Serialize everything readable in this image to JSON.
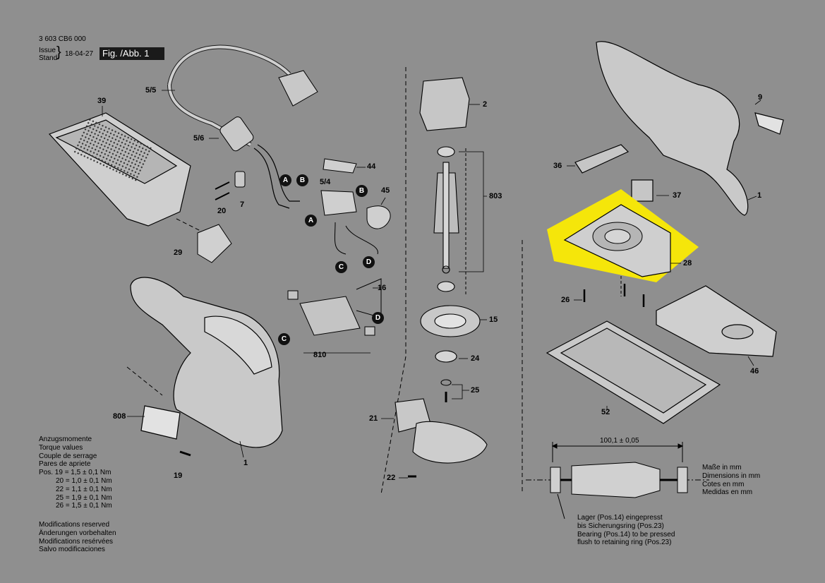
{
  "header": {
    "doc_number": "3 603 CB6 000",
    "issue_label": "Issue",
    "stand_label": "Stand",
    "date": "18-04-27",
    "figure": "Fig. /Abb. 1"
  },
  "torque": {
    "lines": [
      "Anzugsmomente",
      "Torque values",
      "Couple de serrage",
      "Pares de apriete"
    ],
    "rows": [
      "Pos.  19 = 1,5 ± 0,1 Nm",
      "20 = 1,0 ± 0,1 Nm",
      "22 = 1,1 ± 0,1 Nm",
      "25 = 1,9 ± 0,1 Nm",
      "26 = 1,5 ± 0,1 Nm"
    ]
  },
  "modifications": [
    "Modifications reserved",
    "Änderungen vorbehalten",
    "Modifications resérvées",
    "Salvo modificaciones"
  ],
  "dimensions": {
    "value": "100,1 ± 0,05",
    "units": [
      "Maße in mm",
      "Dimensions in mm",
      "Cotes en mm",
      "Medidas en mm"
    ],
    "note": [
      "Lager (Pos.14) eingepresst",
      "bis Sicherungsring (Pos.23)",
      "Bearing (Pos.14) to be pressed",
      "flush to retaining ring (Pos.23)"
    ]
  },
  "parts": {
    "p39": "39",
    "p5_5": "5/5",
    "p5_6": "5/6",
    "p20": "20",
    "p7": "7",
    "p29": "29",
    "p44": "44",
    "p5_4": "5/4",
    "p45": "45",
    "p16": "16",
    "p810": "810",
    "p808": "808",
    "p1a": "1",
    "p19": "19",
    "p2": "2",
    "p803": "803",
    "p15": "15",
    "p24": "24",
    "p25": "25",
    "p21": "21",
    "p22": "22",
    "p9": "9",
    "p36": "36",
    "p37": "37",
    "p1b": "1",
    "p28": "28",
    "p26": "26",
    "p46": "46",
    "p52": "52"
  },
  "markers": {
    "A": "A",
    "B": "B",
    "C": "C",
    "D": "D"
  },
  "colors": {
    "background": "#8f8f8f",
    "highlight": "#f5e60a",
    "part_fill": "#c8c8c8"
  }
}
